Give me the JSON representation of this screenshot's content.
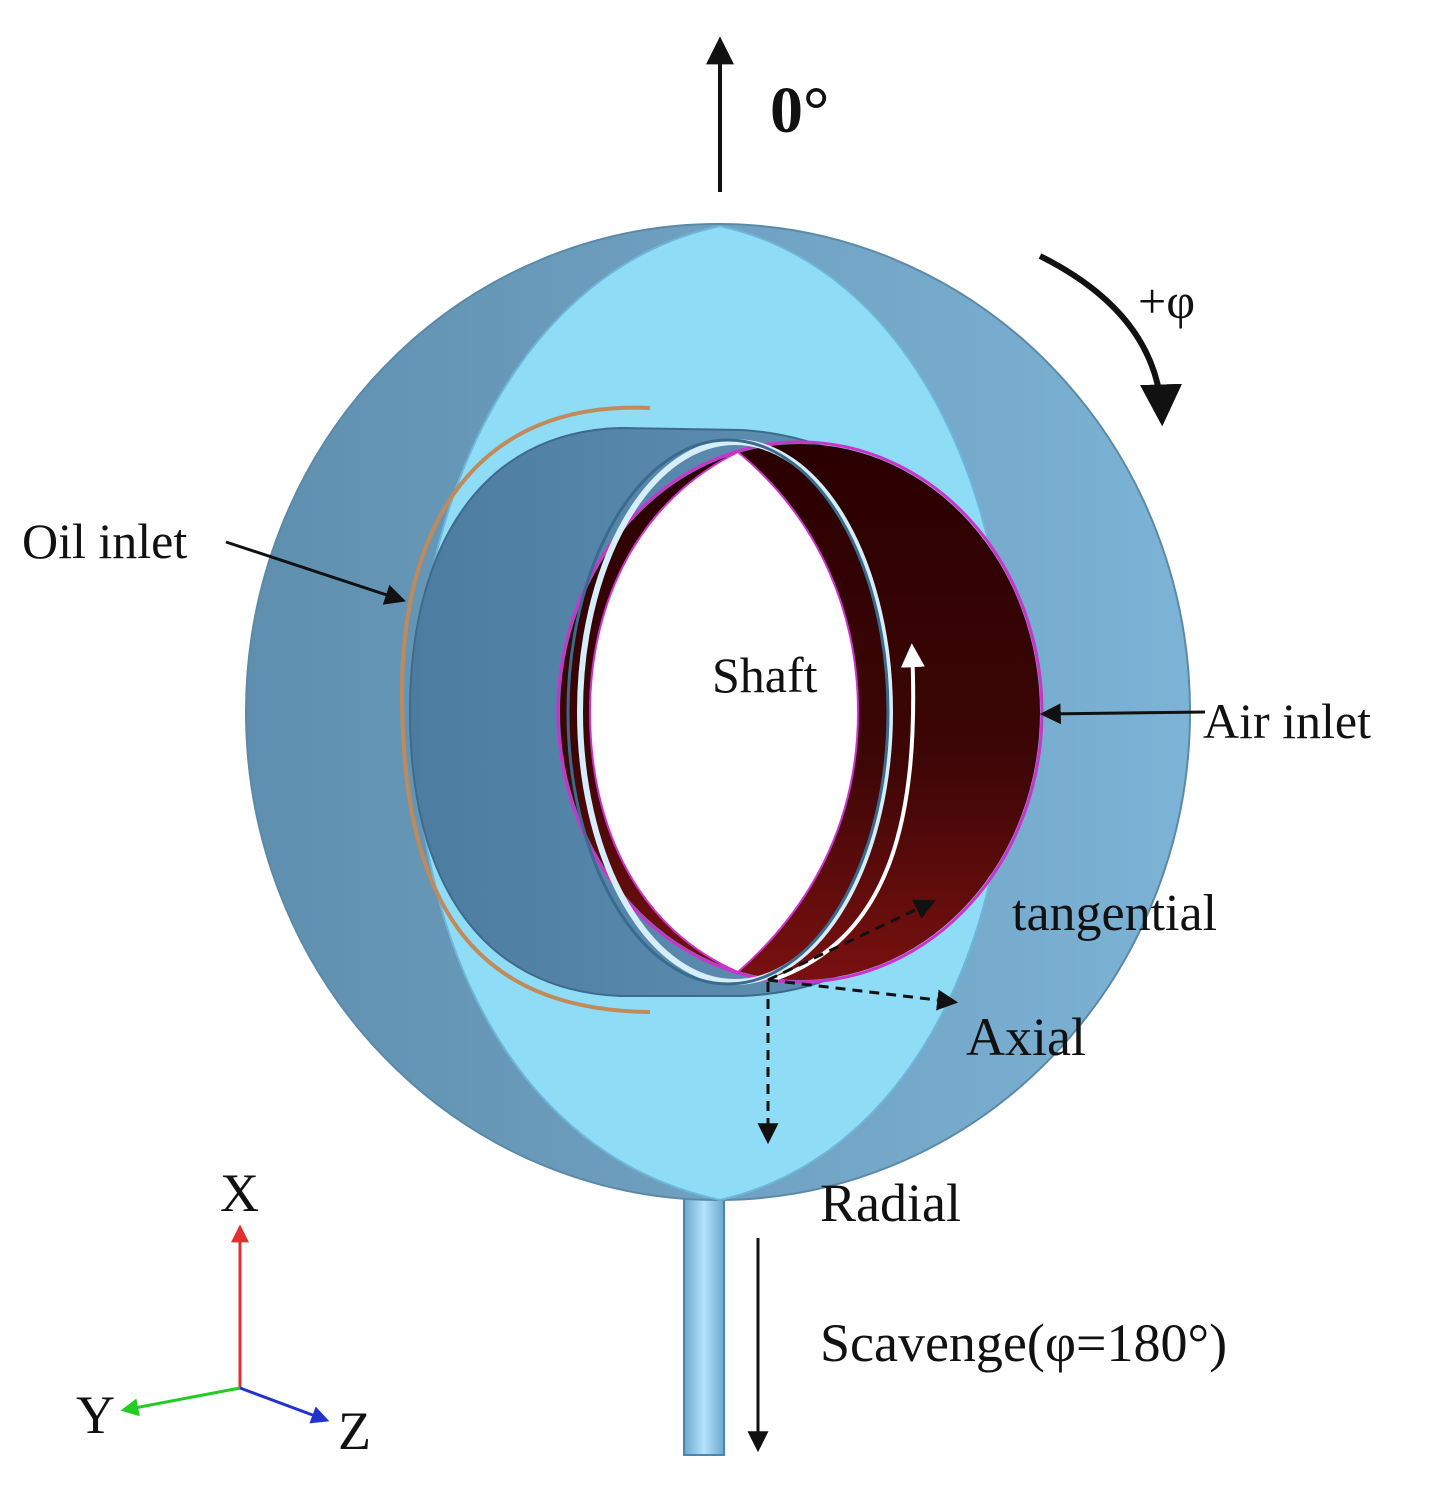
{
  "labels": {
    "angle_zero": "0°",
    "rotation_direction": "+φ",
    "oil_inlet": "Oil inlet",
    "shaft": "Shaft",
    "air_inlet": "Air inlet",
    "tangential": "tangential",
    "axial": "Axial",
    "radial": "Radial",
    "scavenge": "Scavenge(φ=180°)",
    "axis_x": "X",
    "axis_y": "Y",
    "axis_z": "Z"
  },
  "colors": {
    "outer_housing": "#6f9fbf",
    "housing_face": "#8fdcf7",
    "bearing_cylinder": "#4e7fa3",
    "shaft_surface": "#3a0303",
    "oil_inlet_ring": "#c08a5a",
    "air_inlet_ring": "#cc33cc",
    "axis_x": "#e03030",
    "axis_y": "#22cc22",
    "axis_z": "#2233cc"
  }
}
